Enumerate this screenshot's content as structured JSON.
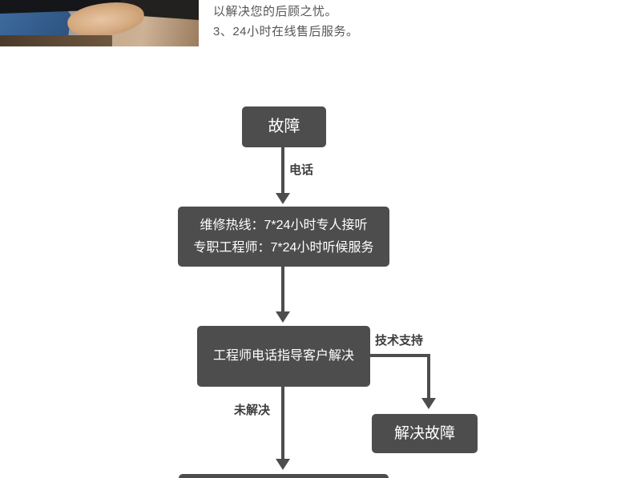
{
  "page": {
    "intro_line1": "以解决您的后顾之忧。",
    "intro_line2": "3、24小时在线售后服务。"
  },
  "flowchart": {
    "fault": "故障",
    "phone_label": "电话",
    "hotline_line1": "维修热线：7*24小时专人接听",
    "hotline_line2": "专职工程师：7*24小时听候服务",
    "engineer": "工程师电话指导客户解决",
    "tech_support_label": "技术支持",
    "unresolved_label": "未解决",
    "resolved": "解决故障"
  },
  "colors": {
    "node_background": "#4d4d4d",
    "node_text": "#ffffff",
    "label_text": "#3d3d3d",
    "intro_text": "#555555"
  }
}
